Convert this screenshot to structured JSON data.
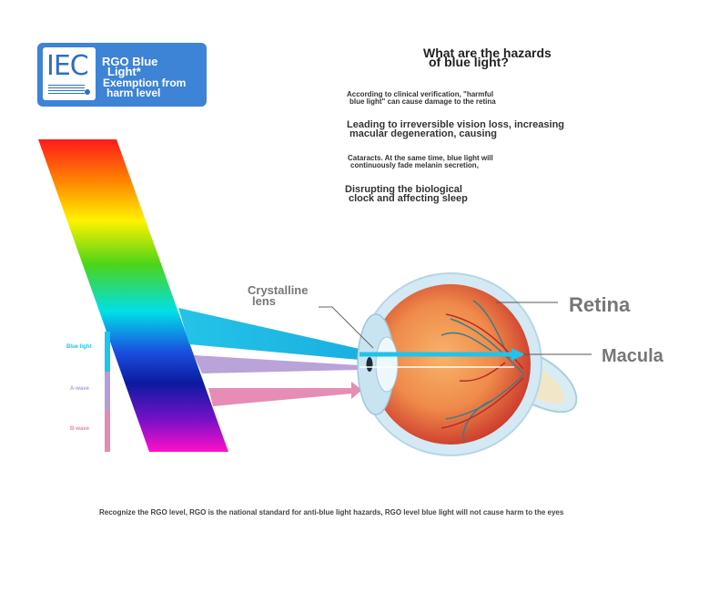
{
  "badge": {
    "logo": "IEC",
    "line1": "RGO Blue",
    "line2": "Light*",
    "line3": "Exemption from",
    "line4": "harm level"
  },
  "heading": {
    "line1": "What are the hazards",
    "line2": "of blue light?"
  },
  "points": {
    "p1_line1": "According to clinical verification, \"harmful",
    "p1_line2": "blue light\" can cause damage to the retina",
    "p2_line1": "Leading to irreversible vision loss, increasing",
    "p2_line2": "macular degeneration, causing",
    "p3_line1": "Cataracts. At the same time, blue light will",
    "p3_line2": "continuously fade melanin secretion,",
    "p4_line1": "Disrupting the biological",
    "p4_line2": "clock and affecting sleep"
  },
  "diagram": {
    "lens_line1": "Crystalline",
    "lens_line2": "lens",
    "retina": "Retina",
    "macula": "Macula",
    "wave_blue": "Blue light",
    "wave_a": "A-wave",
    "wave_b": "B-wave"
  },
  "footer": "Recognize the RGO level, RGO is the national standard for anti-blue light hazards, RGO level blue light will not cause harm to the eyes",
  "colors": {
    "badge": "#3d83d6",
    "blue_light": "#1ec4ec",
    "a_wave": "#b59ed6",
    "b_wave": "#e48bb3"
  }
}
